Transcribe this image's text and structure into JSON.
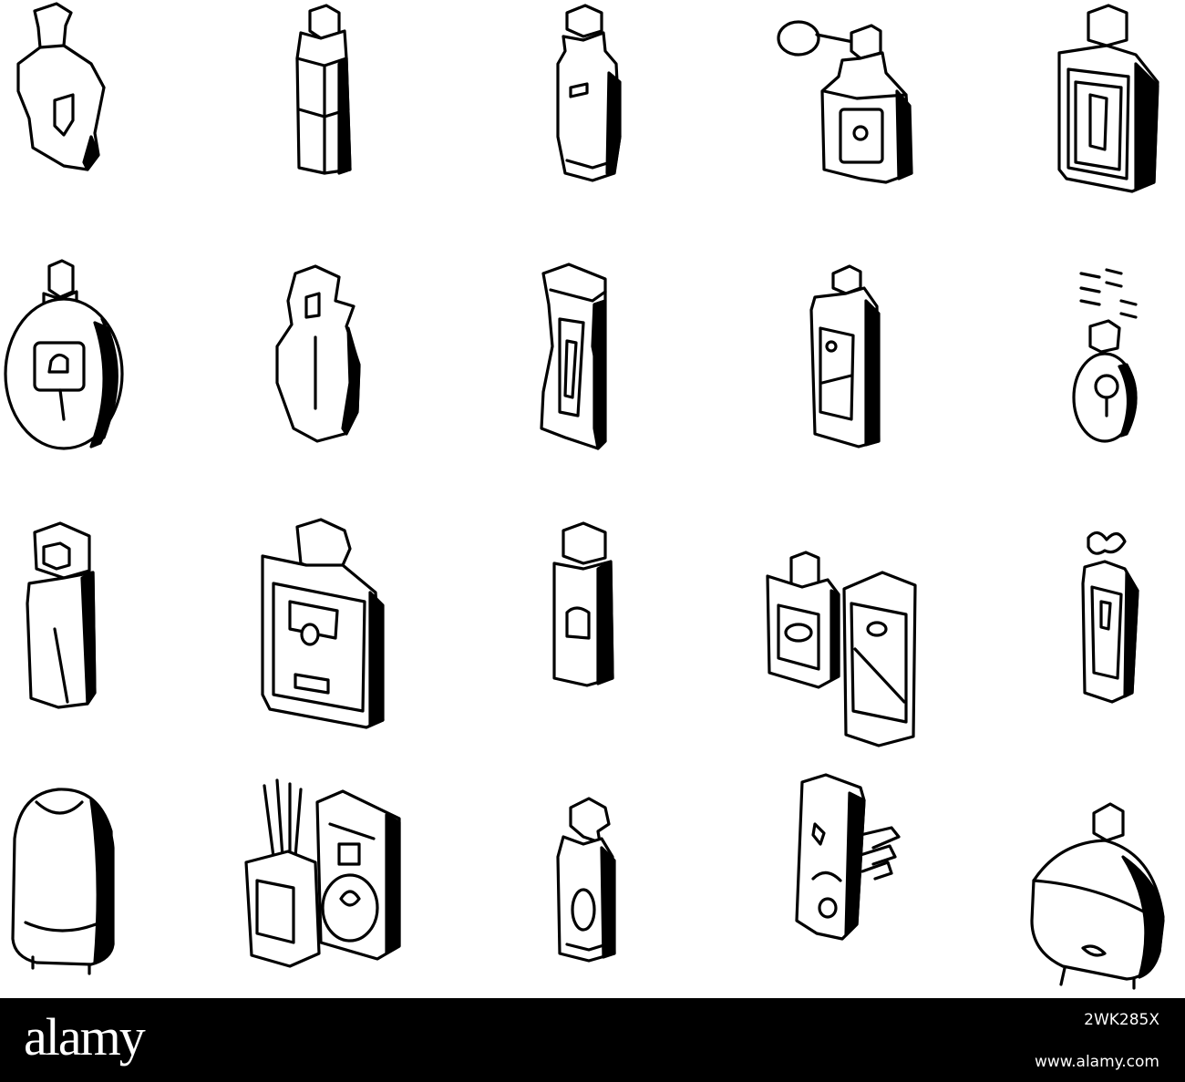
{
  "watermark": {
    "logo_text": "alamy",
    "image_id": "2WK285X",
    "url": "www.alamy.com",
    "background": "#000000",
    "text_color": "#ffffff"
  },
  "icons": [
    "perfume-bottle-shield-icon",
    "slim-spray-bottle-icon",
    "tall-cologne-bottle-icon",
    "atomizer-bulb-bottle-icon",
    "square-perfume-bottle-icon",
    "round-perfume-bottle-icon",
    "curved-perfume-bottle-icon",
    "hourglass-bottle-icon",
    "lotion-bottle-icon",
    "reed-round-bottle-icon",
    "capped-spray-bottle-icon",
    "flat-wide-perfume-bottle-icon",
    "tube-bottle-icon",
    "perfume-gift-box-icon",
    "flower-topped-bottle-icon",
    "aroma-humidifier-icon",
    "reed-diffuser-set-icon",
    "trigger-spray-bottle-icon",
    "cream-tube-icon",
    "oil-diffuser-icon"
  ],
  "colors": {
    "line": "#000000",
    "fill": "#ffffff"
  }
}
